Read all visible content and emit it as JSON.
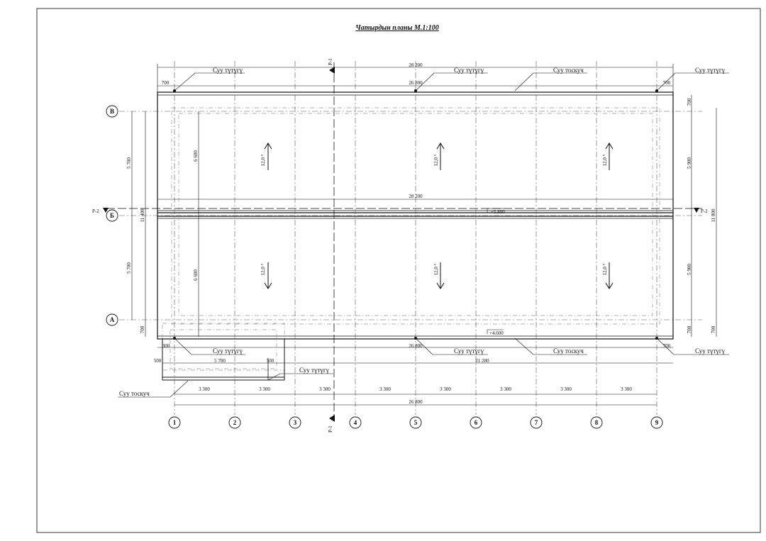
{
  "title": "Чатырдын планы  М.1:100",
  "labels": {
    "water_drain": "Суу түтүгү",
    "gutter": "Суу тоскуч",
    "section_1": "Р-1",
    "section_2": "Р-2"
  },
  "axes_rows": [
    "В",
    "Б",
    "А"
  ],
  "axes_cols": [
    "1",
    "2",
    "3",
    "4",
    "5",
    "6",
    "7",
    "8",
    "9"
  ],
  "dims": {
    "overall_top": "28 200",
    "inner_top": "26 800",
    "edge_700": "700",
    "mid_28200": "28 200",
    "left_5700": "5 700",
    "left_11400": "11 400",
    "left_6600": "6 600",
    "right_5900": "5 900",
    "right_11800": "11 800",
    "bottom_5700": "5 700",
    "bottom_500": "500",
    "bottom_300": "300",
    "bottom_21280": "21 280",
    "bottom_26800": "26 800",
    "span_3300": "3 300",
    "bottom_total": "26 800"
  },
  "slope": "12,0 °",
  "levels": {
    "ridge": "+5.800",
    "eave": "+4.600"
  },
  "colors": {
    "line": "#111111",
    "dash": "#888888",
    "frame": "#333333"
  }
}
